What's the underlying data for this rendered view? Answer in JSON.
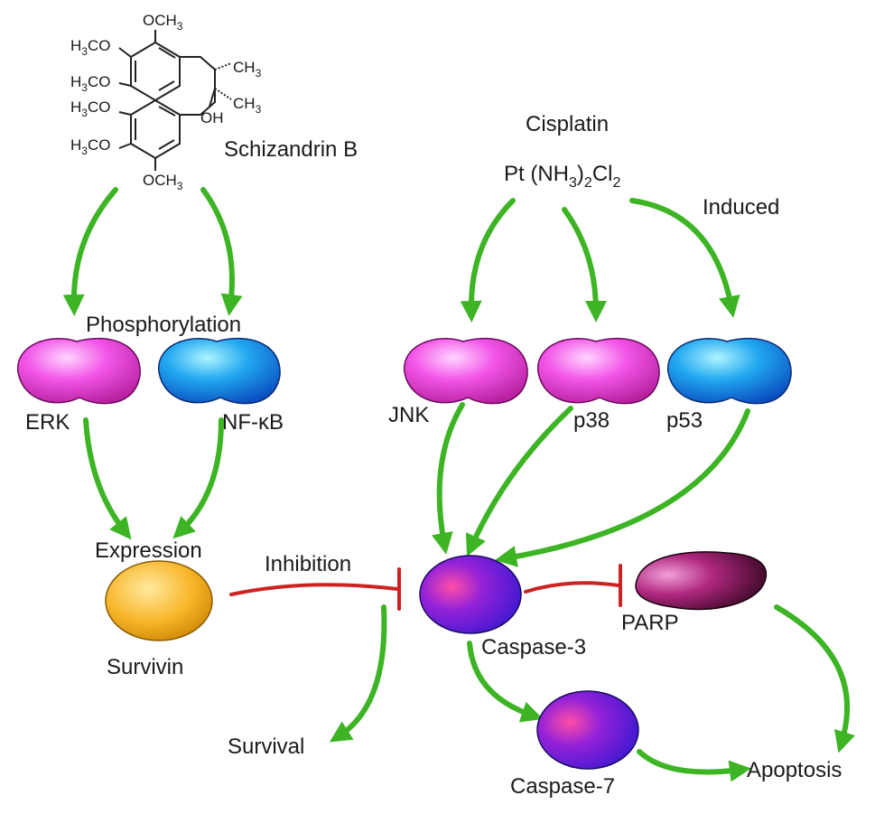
{
  "compounds": {
    "schizandrin_b": "Schizandrin B",
    "cisplatin": "Cisplatin",
    "cisplatin_formula": {
      "a": "Pt (NH",
      "s1": "3",
      "b": ")",
      "s2": "2",
      "c": "Cl",
      "s3": "2"
    }
  },
  "structure": {
    "och3": "OCH",
    "h3co": "H",
    "sub3": "3",
    "co": "CO",
    "ch3": "CH",
    "oh": "OH"
  },
  "process_labels": {
    "phosphorylation": "Phosphorylation",
    "induced": "Induced",
    "expression": "Expression",
    "inhibition": "Inhibition"
  },
  "nodes": {
    "erk": "ERK",
    "nfkb": "NF-κB",
    "jnk": "JNK",
    "p38": "p38",
    "p53": "p53",
    "survivin": "Survivin",
    "caspase3": "Caspase-3",
    "parp": "PARP",
    "caspase7": "Caspase-7"
  },
  "outcomes": {
    "survival": "Survival",
    "apoptosis": "Apoptosis"
  },
  "colors": {
    "activation_arrow": "#3cb424",
    "inhibition_line": "#cc2222",
    "kinase_magenta": "#ee44dd",
    "kinase_blue": "#1a8ee8",
    "survivin_orange": "#f5b52a",
    "caspase_purple": "#8a1ad8",
    "parp_maroon": "#7a1450"
  }
}
